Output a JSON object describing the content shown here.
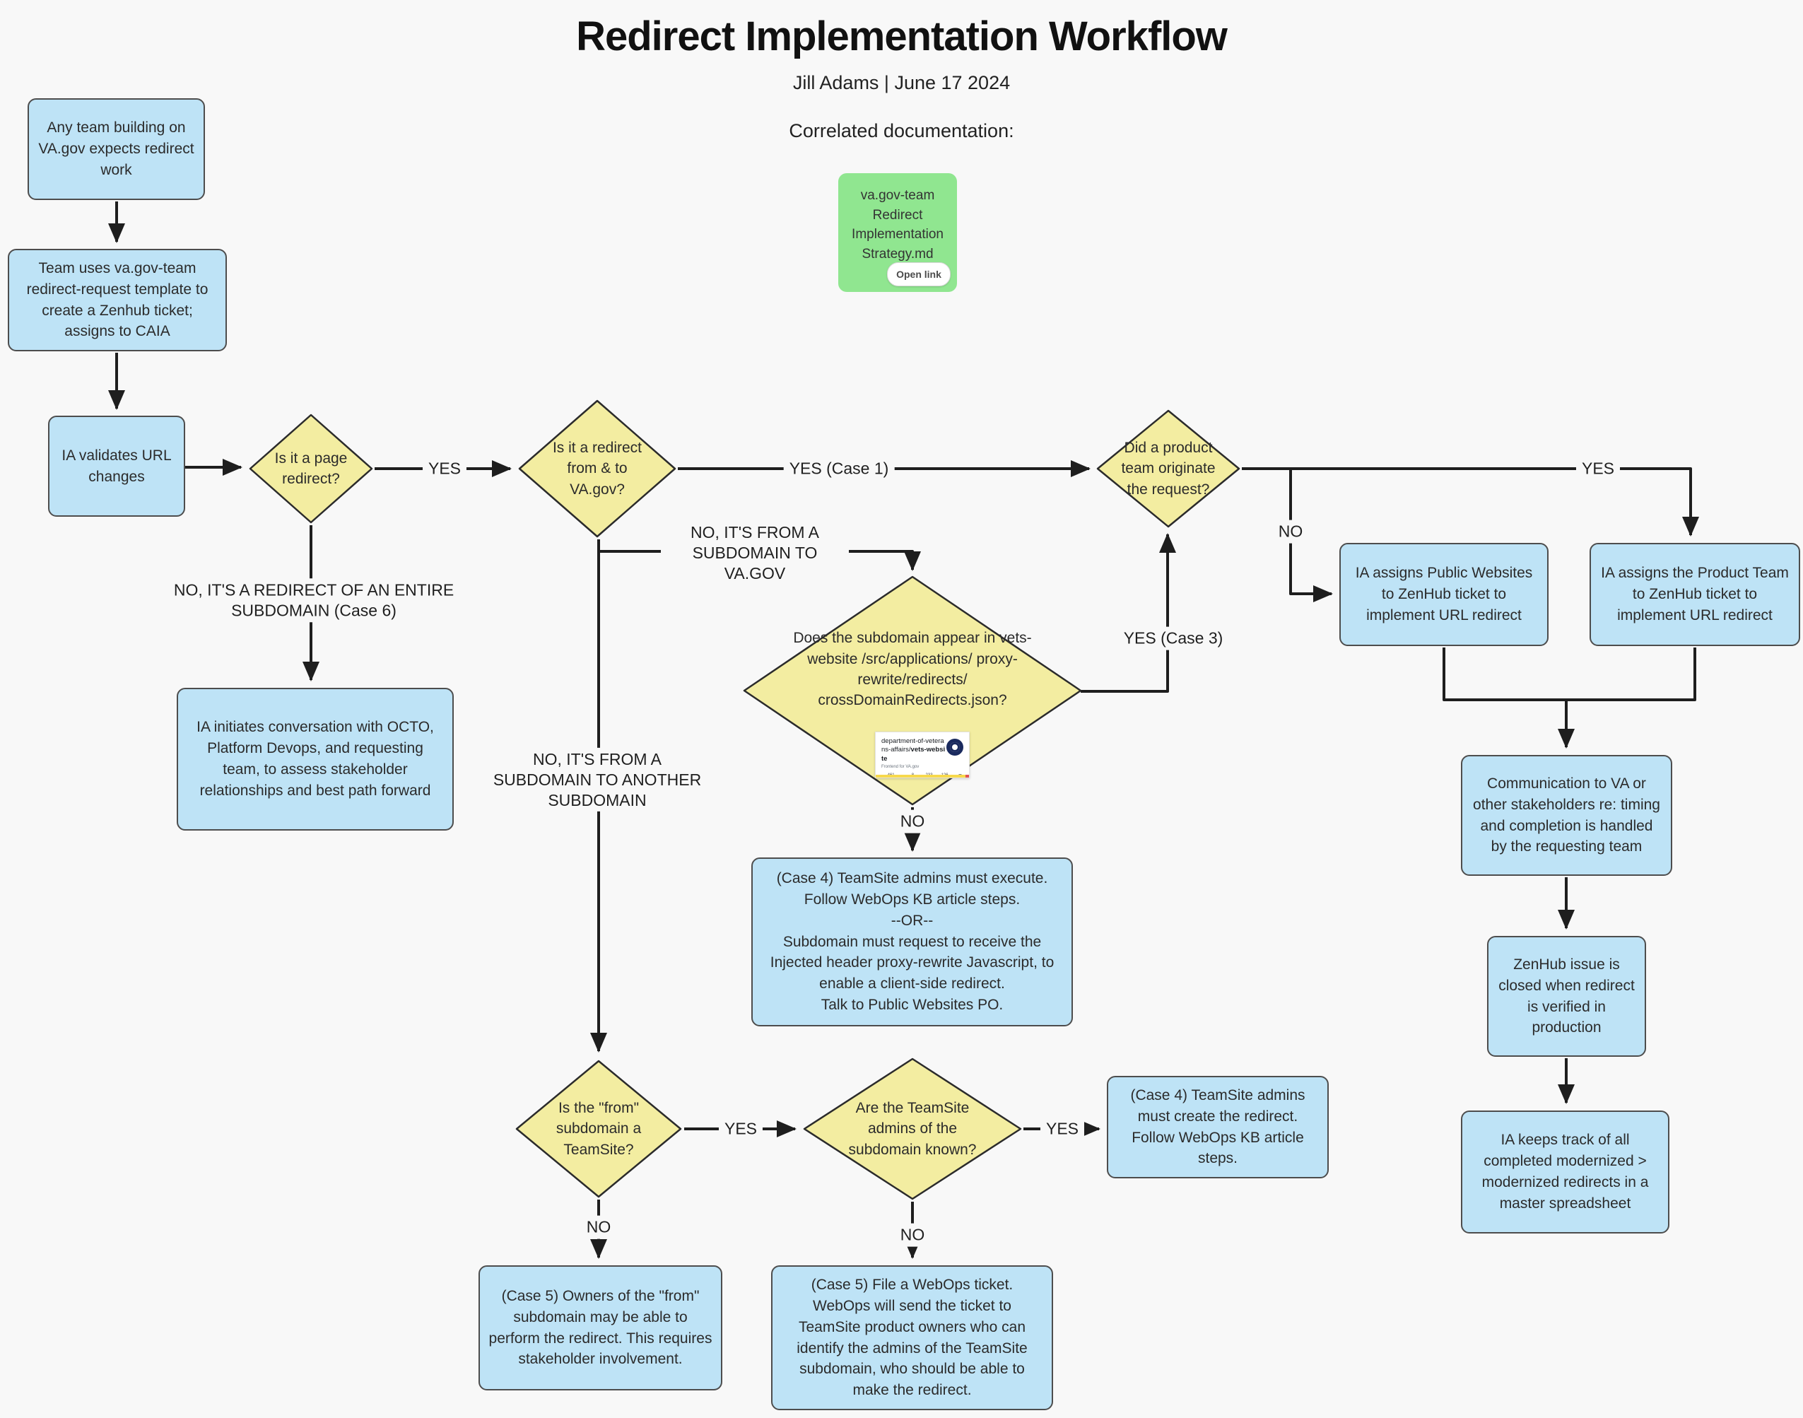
{
  "header": {
    "title": "Redirect Implementation Workflow",
    "byline": "Jill Adams | June 17 2024",
    "docs_label": "Correlated documentation:"
  },
  "doc_card": {
    "title": "va.gov-team Redirect Implementation Strategy.md",
    "button": "Open link"
  },
  "github_card": {
    "org_prefix": "department-of-veterans-affairs/",
    "repo_name": "vets-website",
    "description": "Frontend for VA.gov",
    "stats": [
      {
        "value": "461",
        "label": "Contributors"
      },
      {
        "value": "8",
        "label": "Issues"
      },
      {
        "value": "233",
        "label": "Stars"
      },
      {
        "value": "126",
        "label": "Forks"
      }
    ]
  },
  "nodes": {
    "box_any_team": {
      "label": "Any team building on VA.gov expects redirect work"
    },
    "box_template": {
      "label": "Team uses va.gov-team redirect-request template to create a Zenhub ticket; assigns to CAIA"
    },
    "box_ia_validates": {
      "label": "IA validates URL changes"
    },
    "d_page_redirect": {
      "label": "Is it a page redirect?"
    },
    "d_from_to_vagov": {
      "label": "Is it a redirect from & to VA.gov?"
    },
    "d_product_team": {
      "label": "Did a product team originate the request?"
    },
    "d_subdomain_json": {
      "label": "Does the subdomain appear in vets-website /src/applications/ proxy-rewrite/redirects/ crossDomainRedirects.json?"
    },
    "box_ia_initiates": {
      "label": "IA initiates conversation with OCTO, Platform Devops, and requesting team, to assess stakeholder relationships and best path forward"
    },
    "box_case4_execute": {
      "lines": [
        "(Case 4) TeamSite admins must execute. Follow WebOps KB article steps.",
        "--OR--",
        "Subdomain must request to receive the Injected header proxy-rewrite Javascript, to enable a client-side redirect.",
        "Talk to Public Websites PO."
      ]
    },
    "box_ia_public_websites": {
      "label": "IA assigns Public Websites to ZenHub ticket to implement URL redirect"
    },
    "box_ia_product_team": {
      "label": "IA assigns the Product Team to ZenHub ticket to implement URL redirect"
    },
    "box_communication": {
      "label": "Communication to VA or other stakeholders re: timing and completion is handled by the requesting team"
    },
    "box_zenhub_closed": {
      "label": "ZenHub issue is closed when redirect is verified in production"
    },
    "box_ia_tracks": {
      "label": "IA keeps track of all completed modernized > modernized redirects in a master spreadsheet"
    },
    "d_from_teamsite": {
      "label": "Is the \"from\" subdomain a TeamSite?"
    },
    "d_admins_known": {
      "label": "Are the TeamSite admins of the subdomain known?"
    },
    "box_case4_create": {
      "label": "(Case 4) TeamSite admins must create the redirect. Follow WebOps KB article steps."
    },
    "box_case5_owners": {
      "label": "(Case 5) Owners of the \"from\" subdomain may be able to perform the redirect. This requires stakeholder involvement."
    },
    "box_case5_webops": {
      "label": "(Case 5) File a WebOps ticket. WebOps will send the ticket to TeamSite product owners who can identify the admins of the TeamSite subdomain, who should be able to make the redirect."
    }
  },
  "edge_labels": {
    "yes_page": "YES",
    "yes_case1": "YES (Case 1)",
    "no_entire_subdomain": "NO, IT'S A REDIRECT OF AN ENTIRE SUBDOMAIN (Case 6)",
    "no_sub_to_vagov": "NO, IT'S FROM A SUBDOMAIN TO VA.GOV",
    "no_sub_to_sub": "NO, IT'S FROM A SUBDOMAIN TO ANOTHER SUBDOMAIN",
    "yes_case3": "YES (Case 3)",
    "no_json": "NO",
    "yes_product": "YES",
    "no_product": "NO",
    "yes_teamsite": "YES",
    "no_teamsite": "NO",
    "yes_admins": "YES",
    "no_admins": "NO"
  },
  "colors": {
    "background": "#f8f8f8",
    "box_fill": "#bee3f6",
    "diamond_fill": "#f3eda1",
    "doc_card_fill": "#90e690",
    "line": "#1e1e1e"
  }
}
